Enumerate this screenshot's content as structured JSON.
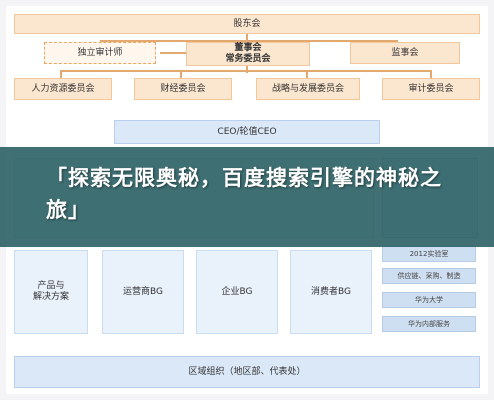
{
  "org": {
    "shareholders": "股东会",
    "auditor": "独立审计师",
    "board": "董事会",
    "standing_committee": "常务委员会",
    "supervisors": "监事会",
    "committees": [
      "人力资源委员会",
      "财经委员会",
      "战略与发展委员会",
      "审计委员会"
    ],
    "ceo": "CEO/轮值CEO",
    "bgs": [
      "产品与\n解决方案",
      "运营商BG",
      "企业BG",
      "消费者BG"
    ],
    "side_units": [
      "2012实验室",
      "供应链、采购、制造",
      "华为大学",
      "华为内部服务"
    ],
    "region": "区域组织（地区部、代表处）"
  },
  "banner": {
    "title": "「探索无限奥秘，百度搜索引擎的神秘之旅」"
  },
  "colors": {
    "orange": "#fbe6cf",
    "blue": "#dbe8f7",
    "banner": "#265c60"
  }
}
